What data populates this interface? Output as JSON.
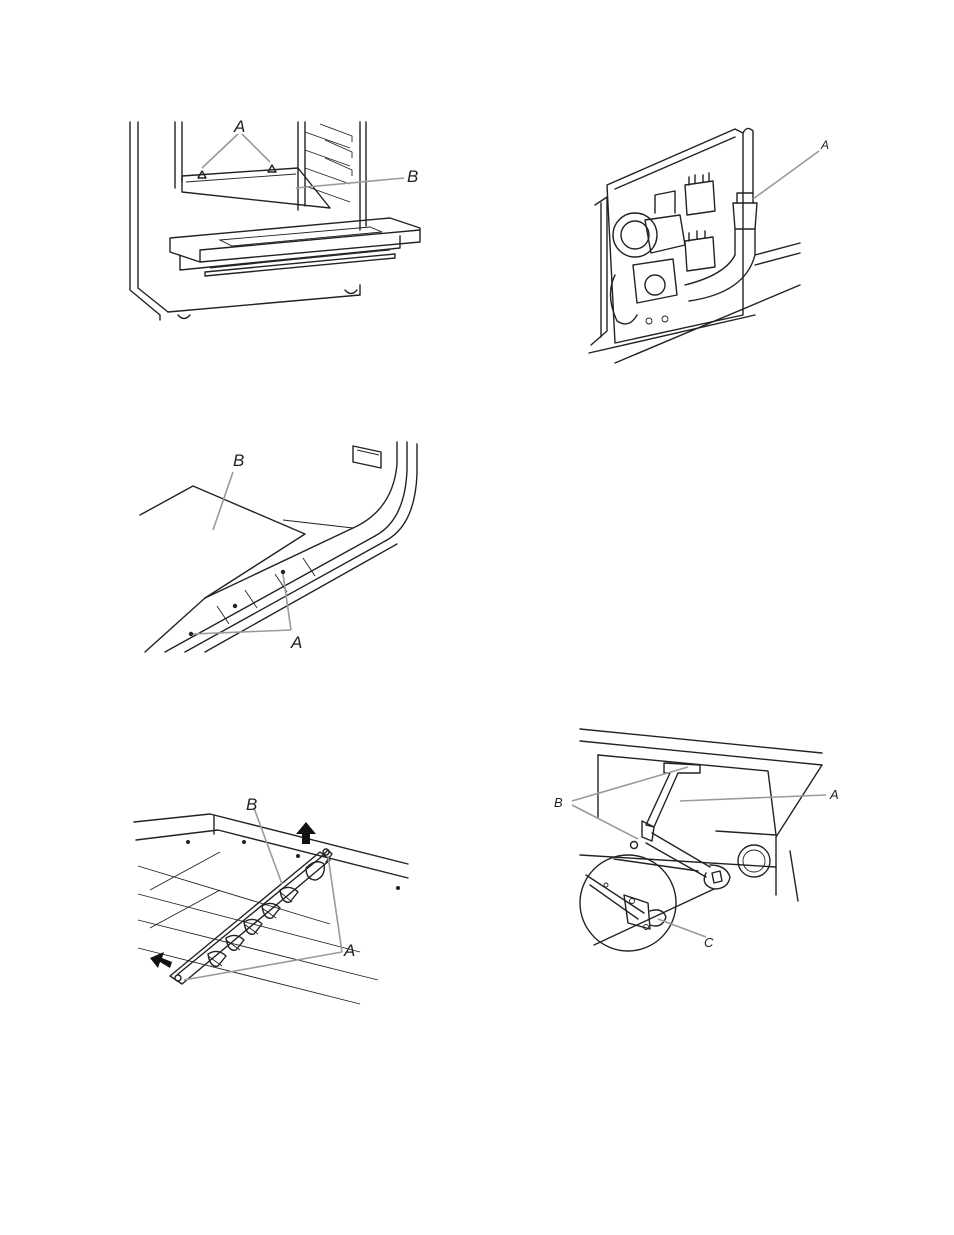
{
  "figures": [
    {
      "id": "oven-cavity",
      "labels": [
        "A",
        "B"
      ]
    },
    {
      "id": "gas-valve-fitting",
      "labels": [
        "A"
      ]
    },
    {
      "id": "oven-bottom-panel",
      "labels": [
        "B",
        "A"
      ]
    },
    {
      "id": "burner-screws",
      "labels": [
        "B",
        "A"
      ]
    },
    {
      "id": "burner-bracket",
      "labels": [
        "B",
        "A",
        "C"
      ]
    }
  ]
}
